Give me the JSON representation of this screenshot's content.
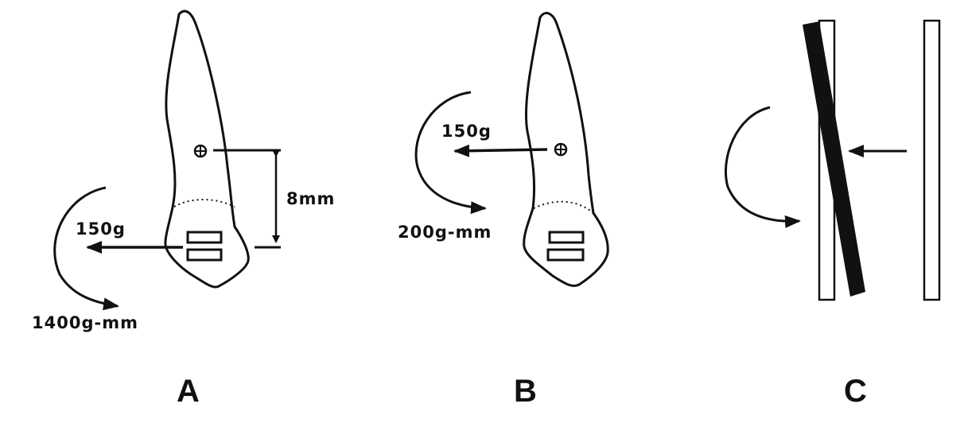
{
  "panels": {
    "A": {
      "letter": "A",
      "force_label": "150g",
      "moment_label": "1400g-mm",
      "distance_label": "8mm"
    },
    "B": {
      "letter": "B",
      "force_label": "150g",
      "moment_label": "200g-mm"
    },
    "C": {
      "letter": "C"
    }
  },
  "colors": {
    "stroke": "#111111",
    "background": "#ffffff"
  }
}
